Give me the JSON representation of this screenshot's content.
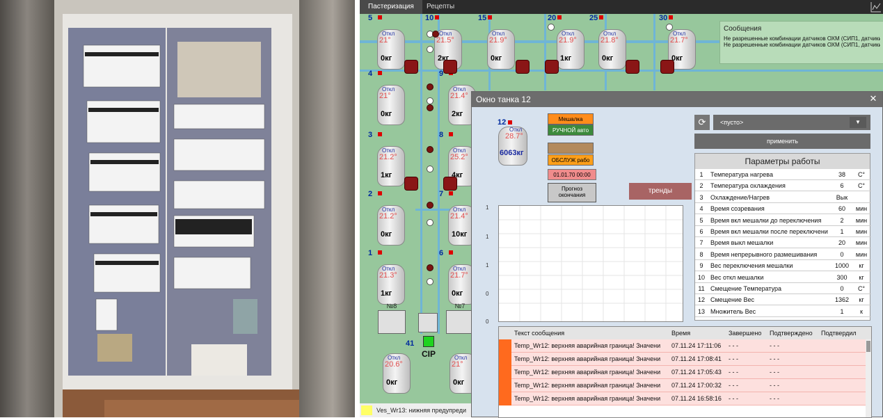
{
  "tabs": [
    {
      "label": "Пастеризация"
    },
    {
      "label": "Рецепты"
    }
  ],
  "tanks": [
    {
      "num": "5",
      "stat": "Откл",
      "temp": "21°",
      "wt": "0кг"
    },
    {
      "num": "10",
      "stat": "Откл",
      "temp": "21.5°",
      "wt": "2кг"
    },
    {
      "num": "15",
      "stat": "Откл",
      "temp": "21.9°",
      "wt": "0кг"
    },
    {
      "num": "20",
      "stat": "Откл",
      "temp": "21.9°",
      "wt": "1кг"
    },
    {
      "num": "25",
      "stat": "Откл",
      "temp": "21.8°",
      "wt": "0кг"
    },
    {
      "num": "30",
      "stat": "Откл",
      "temp": "21.7°",
      "wt": "0кг"
    },
    {
      "num": "4",
      "stat": "Откл",
      "temp": "21°",
      "wt": "0кг"
    },
    {
      "num": "9",
      "stat": "Откл",
      "temp": "21.4°",
      "wt": "2кг"
    },
    {
      "num": "3",
      "stat": "Откл",
      "temp": "21.2°",
      "wt": "1кг"
    },
    {
      "num": "8",
      "stat": "Откл",
      "temp": "25.2°",
      "wt": "4кг"
    },
    {
      "num": "2",
      "stat": "Откл",
      "temp": "21.2°",
      "wt": "0кг"
    },
    {
      "num": "7",
      "stat": "Откл",
      "temp": "21.4°",
      "wt": "10кг"
    },
    {
      "num": "1",
      "stat": "Откл",
      "temp": "21.3°",
      "wt": "1кг"
    },
    {
      "num": "6",
      "stat": "Откл",
      "temp": "21.7°",
      "wt": "0кг"
    },
    {
      "num": "41",
      "stat": "Откл",
      "temp": "20.6°",
      "wt": "0кг"
    },
    {
      "num": "",
      "stat": "Откл",
      "temp": "21°",
      "wt": "0кг"
    }
  ],
  "stations": [
    {
      "label": "№8"
    },
    {
      "label": "№7"
    }
  ],
  "cip_label": "CIP",
  "messages": {
    "title": "Сообщения",
    "lines": [
      "Не разрешенные комбинации датчиков  ОХМ (СИП1, датчики",
      "Не разрешенные комбинации датчиков  ОХМ (СИП1, датчики"
    ]
  },
  "bottom_message": "Ves_Wr13: нижняя предупреди",
  "window": {
    "title": "Окно танка 12",
    "tank": {
      "num": "12",
      "stat": "Откл",
      "temp": "28.7°",
      "wt": "6063кг"
    },
    "mixer": "Мешалка",
    "mode": "РУЧНОЙ авто",
    "service": "ОБСЛУЖ рабо",
    "date": "01.01.70 00:00",
    "forecast": "Прогноз окончания",
    "trends": "тренды",
    "select_value": "<пусто>",
    "apply": "применить",
    "params_title": "Параметры работы",
    "y_ticks": [
      "1",
      "1",
      "1",
      "0",
      "0"
    ],
    "params": [
      {
        "n": "1",
        "label": "Температура нагрева",
        "value": "38",
        "unit": "C°"
      },
      {
        "n": "2",
        "label": "Температура охлаждения",
        "value": "6",
        "unit": "C°"
      },
      {
        "n": "3",
        "label": "Охлаждение/Нагрев",
        "value": "Вык",
        "unit": ""
      },
      {
        "n": "4",
        "label": "Время созревания",
        "value": "60",
        "unit": "мин"
      },
      {
        "n": "5",
        "label": "Время вкл мешалки до переключения",
        "value": "2",
        "unit": "мин"
      },
      {
        "n": "6",
        "label": "Время вкл мешалки после переключени",
        "value": "1",
        "unit": "мин"
      },
      {
        "n": "7",
        "label": "Время выкл мешалки",
        "value": "20",
        "unit": "мин"
      },
      {
        "n": "8",
        "label": "Время непрерывного размешивания",
        "value": "0",
        "unit": "мин"
      },
      {
        "n": "9",
        "label": "Вес переключения мешалки",
        "value": "1000",
        "unit": "кг"
      },
      {
        "n": "10",
        "label": "Вес откл мешалки",
        "value": "300",
        "unit": "кг"
      },
      {
        "n": "11",
        "label": "Смещение Температура",
        "value": "0",
        "unit": "C°"
      },
      {
        "n": "12",
        "label": "Смещение Вес",
        "value": "1362",
        "unit": "кг"
      },
      {
        "n": "13",
        "label": "Множитель Вес",
        "value": "1",
        "unit": "к"
      }
    ],
    "alarm_headers": [
      "Текст сообщения",
      "Время",
      "Завершено",
      "Подтверждено",
      "Подтвердил"
    ],
    "alarms": [
      {
        "text": "Temp_Wr12: верхняя аварийная граница! Значени",
        "time": "07.11.24    17:11:06",
        "done": "- - -",
        "ack": "- - -",
        "by": ""
      },
      {
        "text": "Temp_Wr12: верхняя аварийная граница! Значени",
        "time": "07.11.24    17:08:41",
        "done": "- - -",
        "ack": "- - -",
        "by": ""
      },
      {
        "text": "Temp_Wr12: верхняя аварийная граница! Значени",
        "time": "07.11.24    17:05:43",
        "done": "- - -",
        "ack": "- - -",
        "by": ""
      },
      {
        "text": "Temp_Wr12: верхняя аварийная граница! Значени",
        "time": "07.11.24    17:00:32",
        "done": "- - -",
        "ack": "- - -",
        "by": ""
      },
      {
        "text": "Temp_Wr12: верхняя аварийная граница! Значени",
        "time": "07.11.24    16:58:16",
        "done": "- - -",
        "ack": "- - -",
        "by": ""
      }
    ]
  }
}
